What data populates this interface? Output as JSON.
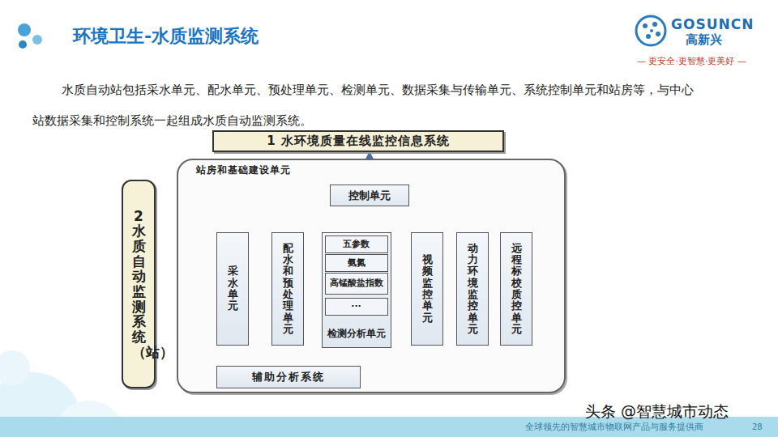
{
  "diagram": {
    "title": "环境卫生-水质监测系统",
    "nodes": [
      {
        "text": [
          "1 水环境质量在线监控信息系统"
        ]
      },
      {
        "text": [
          "站房和基础建设单元"
        ]
      },
      {
        "text": [
          "2水质自动监测系统（站）"
        ]
      },
      {
        "text": [
          "控制单元"
        ],
        "in": 1
      },
      {
        "text": [
          "采水单元"
        ],
        "in": 1
      },
      {
        "text": [
          "配水和预处理单元"
        ],
        "in": 1
      },
      {
        "text": [
          "检测分析单元"
        ],
        "in": 1
      },
      {
        "text": [
          "五参数"
        ],
        "in": 6
      },
      {
        "text": [
          "氨氮"
        ],
        "in": 6
      },
      {
        "text": [
          "高锰酸盐指数"
        ],
        "in": 6
      },
      {
        "text": [
          "···"
        ],
        "in": 6
      },
      {
        "text": [
          "视频监控单元"
        ],
        "in": 1
      },
      {
        "text": [
          "动力环境监控单元"
        ],
        "in": 1
      },
      {
        "text": [
          "远程标校质控单元"
        ],
        "in": 1
      },
      {
        "text": [
          "辅助分析系统"
        ],
        "in": 1
      }
    ],
    "edges": [
      {
        "from": 0,
        "to": 3,
        "arrow": "both"
      },
      {
        "from": 3,
        "to": 4,
        "arrow": "both"
      },
      {
        "from": 3,
        "to": 5,
        "arrow": "both"
      },
      {
        "from": 3,
        "to": 6,
        "arrow": "both"
      },
      {
        "from": 3,
        "to": 11,
        "arrow": "both"
      },
      {
        "from": 3,
        "to": 12,
        "arrow": "both"
      },
      {
        "from": 3,
        "to": 13,
        "arrow": "both"
      },
      {
        "from": 4,
        "to": 14,
        "arrow": "none"
      },
      {
        "from": 5,
        "to": 14,
        "arrow": "none"
      },
      {
        "from": 6,
        "to": 14,
        "arrow": "none"
      }
    ],
    "labels": [
      "水质自动站包括采水单元、配水单元、预处理单元、检测单元、数据采集与传输单元、系统控制单元和站房等，与中心站数据采集和控制系统一起组成水质自动监测系统。",
      "GOSUNCN",
      "高新兴",
      "— 更安全·更智慧·更美好 —",
      "全球领先的智慧城市物联网产品与服务提供商",
      "28",
      "头条 @智慧城市动态"
    ]
  }
}
